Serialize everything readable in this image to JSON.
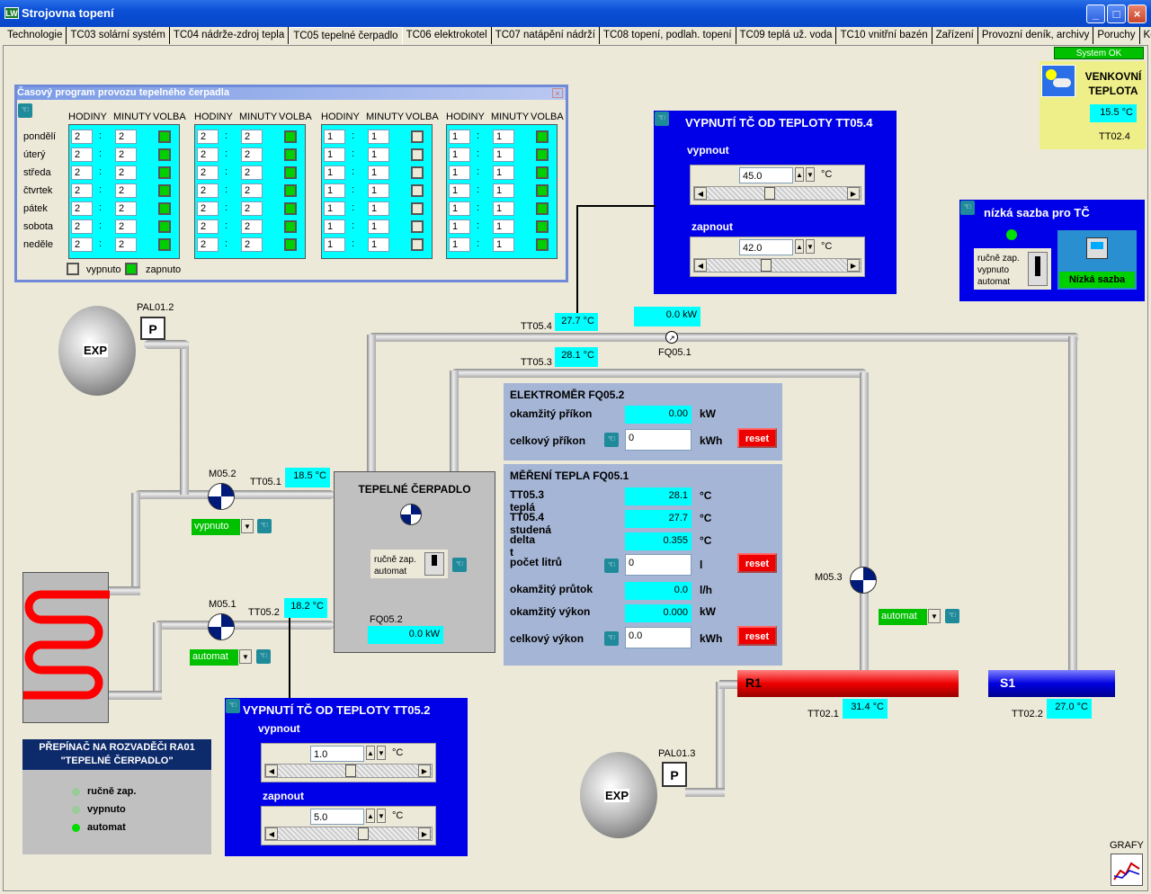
{
  "window": {
    "title": "Strojovna topení",
    "app_icon": "LW"
  },
  "tabs": [
    "Technologie",
    "TC03 solární systém",
    "TC04 nádrže-zdroj tepla",
    "TC05 tepelné čerpadlo",
    "TC06 elektrokotel",
    "TC07 natápění nádrží",
    "TC08 topení, podlah. topení",
    "TC09 teplá už. voda",
    "TC10 vnitřní bazén",
    "Zařízení",
    "Provozní deník, archivy",
    "Poruchy",
    "Konec"
  ],
  "active_tab": "TC05 tepelné čerpadlo",
  "status": "System OK",
  "outdoor": {
    "title1": "VENKOVNÍ",
    "title2": "TEPLOTA",
    "value": "15.5 °C",
    "tag": "TT02.4"
  },
  "schedule": {
    "title": "Časový program provozu tepelného čerpadla",
    "col_h": "HODINY",
    "col_m": "MINUTY",
    "col_v": "VOLBA",
    "days": [
      "pondělí",
      "úterý",
      "středa",
      "čtvrtek",
      "pátek",
      "sobota",
      "neděle"
    ],
    "groups": [
      {
        "h": "2",
        "m": "2",
        "on": true
      },
      {
        "h": "2",
        "m": "2",
        "on": true
      },
      {
        "h": "1",
        "m": "1",
        "on": false
      },
      {
        "h": "1",
        "m": "1",
        "on": true
      }
    ],
    "legend_off": "vypnuto",
    "legend_on": "zapnuto"
  },
  "cutoff_tt054": {
    "title": "VYPNUTÍ TČ OD TEPLOTY TT05.4",
    "off_label": "vypnout",
    "off_value": "45.0",
    "on_label": "zapnout",
    "on_value": "42.0",
    "unit": "°C"
  },
  "cutoff_tt052": {
    "title": "VYPNUTÍ TČ OD TEPLOTY TT05.2",
    "off_label": "vypnout",
    "off_value": "1.0",
    "on_label": "zapnout",
    "on_value": "5.0",
    "unit": "°C"
  },
  "low_tariff": {
    "title": "nízká sazba pro TČ",
    "modes": [
      "ručně zap.",
      "vypnuto",
      "automat"
    ],
    "button": "Nízká sazba"
  },
  "sensors": {
    "tt054_tag": "TT05.4",
    "tt054": "27.7 °C",
    "tt053_tag": "TT05.3",
    "tt053": "28.1 °C",
    "power": "0.0 kW",
    "fq051": "FQ05.1",
    "tt051_tag": "TT05.1",
    "tt051": "18.5 °C",
    "tt052_tag": "TT05.2",
    "tt052": "18.2 °C",
    "fq052_tag": "FQ05.2",
    "fq052": "0.0 kW",
    "tt021_tag": "TT02.1",
    "tt021": "31.4 °C",
    "tt022_tag": "TT02.2",
    "tt022": "27.0 °C",
    "pal012": "PAL01.2",
    "pal013": "PAL01.3",
    "m052": "M05.2",
    "m051": "M05.1",
    "m053": "M05.3",
    "exp": "EXP",
    "p": "P",
    "r1": "R1",
    "s1": "S1"
  },
  "valves": {
    "m052_mode": "vypnuto",
    "m051_mode": "automat",
    "m053_mode": "automat"
  },
  "heat_pump": {
    "title": "TEPELNÉ ČERPADLO",
    "mode1": "ručně zap.",
    "mode2": "automat"
  },
  "meter": {
    "title": "ELEKTROMĚR FQ05.2",
    "inst_label": "okamžitý příkon",
    "inst": "0.00",
    "inst_unit": "kW",
    "total_label": "celkový příkon",
    "total": "0",
    "total_unit": "kWh",
    "reset": "reset"
  },
  "heat": {
    "title": "MĚŘENÍ TEPLA FQ05.1",
    "rows": [
      {
        "label": "TT05.3 teplá",
        "value": "28.1",
        "unit": "°C"
      },
      {
        "label": "TT05.4 studená",
        "value": "27.7",
        "unit": "°C"
      },
      {
        "label": "delta t",
        "value": "0.355",
        "unit": "°C"
      }
    ],
    "liters_label": "počet litrů",
    "liters": "0",
    "liters_unit": "l",
    "flow_label": "okamžitý průtok",
    "flow": "0.0",
    "flow_unit": "l/h",
    "power_label": "okamžitý výkon",
    "power": "0.000",
    "power_unit": "kW",
    "total_label": "celkový výkon",
    "total": "0.0",
    "total_unit": "kWh",
    "reset": "reset"
  },
  "switch_panel": {
    "title1": "PŘEPÍNAČ NA ROZVADĚČI RA01",
    "title2": "\"TEPELNÉ ČERPADLO\"",
    "opts": [
      "ručně zap.",
      "vypnuto",
      "automat"
    ]
  },
  "graphs": "GRAFY",
  "colors": {
    "panel_blue": "#0000e8",
    "cyan": "#00ffff",
    "green": "#00c000",
    "red": "#e00000"
  }
}
